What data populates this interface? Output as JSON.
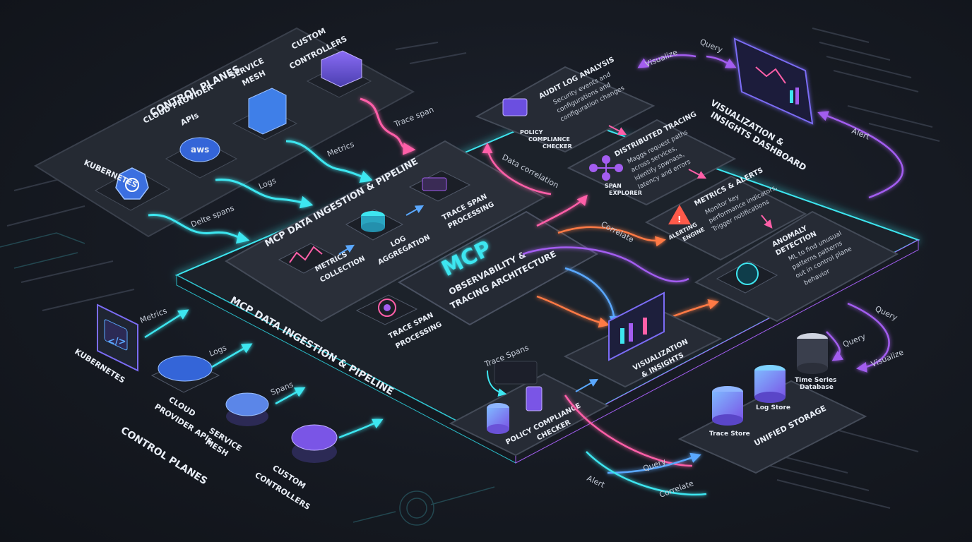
{
  "colors": {
    "cyan": "#3ee6f0",
    "purple": "#a35df0",
    "pink": "#ff5fa8",
    "orange": "#ff7a45",
    "blue": "#5aa8ff",
    "panel": "#262b35",
    "panel_edge": "#3a404c"
  },
  "control_planes_top": {
    "title": "CONTROL PLANES",
    "kubernetes": "KUBERNETES",
    "cloud_provider": "CLOUD PROVIDER",
    "cloud_apis": "APIs",
    "service": "SERVICE",
    "mesh": "MESH",
    "custom": "CUSTOM",
    "controllers": "CONTROLLERS",
    "aws": "aws"
  },
  "flows_top": {
    "trace_span": "Trace span",
    "metrics": "Metrics",
    "logs": "Logs",
    "delte_spans": "Delte spans"
  },
  "pipeline_inner": {
    "title": "MCP DATA INGESTION & PIPELINE",
    "metrics_collection": [
      "METRICS",
      "COLLECTION"
    ],
    "log_aggregation": [
      "LOG",
      "AGGREGATION"
    ],
    "trace_span_top": [
      "TRACE SPAN",
      "PROCESSING"
    ],
    "trace_span_bottom": [
      "TRACE SPAN",
      "PROCESSING"
    ]
  },
  "core": {
    "mcp": "MCP",
    "subtitle_1": "OBSERVABILITY &",
    "subtitle_2": "TRACING ARCHITECTURE"
  },
  "pipeline_outer_title": "MCP DATA INGESTION & PIPELINE",
  "analysis": {
    "audit": {
      "title": "AUDIT LOG ANALYSIS",
      "desc": [
        "Security events and",
        "configurations and",
        "configuration changes"
      ],
      "icon_label": [
        "POLICY",
        "COMPLIANCE",
        "CHECKER"
      ]
    },
    "tracing": {
      "title": "DISTRIBUTED TRACING",
      "desc": [
        "Maggs request paths",
        "across services,",
        "identify spwnass,",
        "latency and errors"
      ],
      "icon_label": [
        "SPAN",
        "EXPLORER"
      ]
    },
    "metrics": {
      "title": "METRICS & ALERTS",
      "desc": [
        "Monitor key",
        "performance indicators,",
        "Trigger notifications"
      ],
      "icon_label": [
        "ALERTING",
        "ENGINE"
      ]
    },
    "anomaly": {
      "title": [
        "ANOMALY",
        "DETECTION"
      ],
      "desc": [
        "ML to find unusual",
        "patterns patterns",
        "out in control plane",
        "behavior"
      ]
    }
  },
  "flows_mid": {
    "data_correlation": "Data correlation",
    "correlate": "Correlate",
    "visualize": "Visualize",
    "query": "Query",
    "alert": "Alert"
  },
  "dashboard": {
    "title": [
      "VISUALIZATION &",
      "INSIGHTS DASHBOARD"
    ]
  },
  "control_planes_bottom": {
    "title": "CONTROL PLANES",
    "kubernetes": "KUBERNETES",
    "cloud": [
      "CLOUD",
      "PROVIDER APIs"
    ],
    "service": [
      "SERVICE",
      "MESH"
    ],
    "custom": [
      "CUSTOM",
      "CONTROLLERS"
    ],
    "metrics": "Metrics",
    "logs": "Logs",
    "spans": "Spans"
  },
  "bottom": {
    "trace_spans": "Trace Spans",
    "policy": [
      "POLICY COMPLIANCE",
      "CHECKER"
    ],
    "viz": [
      "VISUALIZATION",
      "& INSIGHTS"
    ],
    "storage_title": "UNIFIED STORAGE",
    "trace_store": "Trace Store",
    "log_store": "Log Store",
    "tsdb": [
      "Time Series",
      "Database"
    ],
    "query_right": "Query",
    "query_right2": "Query",
    "visualize_right": "Visualize",
    "query_bottom": "Query",
    "alert_bottom": "Alert",
    "correlate_bottom": "Correlate"
  }
}
